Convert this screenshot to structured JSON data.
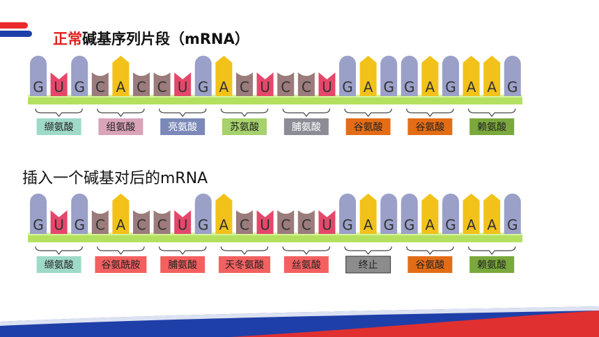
{
  "header": {
    "title_highlight": "正常",
    "title_rest": "碱基序列片段（mRNA）"
  },
  "section2": {
    "title": "插入一个碱基对后的mRNA"
  },
  "strand_top": {
    "bases": [
      "G",
      "U",
      "G",
      "C",
      "A",
      "C",
      "C",
      "U",
      "G",
      "A",
      "C",
      "U",
      "C",
      "C",
      "U",
      "G",
      "A",
      "G",
      "G",
      "A",
      "G",
      "A",
      "A",
      "G"
    ],
    "codons": [
      {
        "label": "缬氨酸",
        "color": "#9fd9c8"
      },
      {
        "label": "组氨酸",
        "color": "#d9a3b8"
      },
      {
        "label": "亮氨酸",
        "color": "#7b88b8"
      },
      {
        "label": "苏氨酸",
        "color": "#a6d16c"
      },
      {
        "label": "脯氨酸",
        "color": "#8c8c96"
      },
      {
        "label": "谷氨酸",
        "color": "#e36d17"
      },
      {
        "label": "谷氨酸",
        "color": "#e36d17"
      },
      {
        "label": "赖氨酸",
        "color": "#7aa83c"
      }
    ]
  },
  "strand_bottom": {
    "bases": [
      "G",
      "U",
      "G",
      "C",
      "A",
      "C",
      "C",
      "U",
      "G",
      "A",
      "C",
      "U",
      "C",
      "C",
      "U",
      "G",
      "A",
      "G",
      "G",
      "A",
      "G",
      "A",
      "A",
      "G"
    ],
    "codons": [
      {
        "label": "缬氨酸",
        "color": "#9fd9c8"
      },
      {
        "label": "谷氨酰胺",
        "color": "#f46060"
      },
      {
        "label": "脯氨酸",
        "color": "#f46060"
      },
      {
        "label": "天冬氨酸",
        "color": "#f46060"
      },
      {
        "label": "丝氨酸",
        "color": "#f46060"
      },
      {
        "label": "终止",
        "color": "#8c8c8c"
      },
      {
        "label": "谷氨酸",
        "color": "#e36d17"
      },
      {
        "label": "赖氨酸",
        "color": "#7aa83c"
      }
    ]
  },
  "colors": {
    "G": "#9aa0c8",
    "U": "#e5476a",
    "C": "#9b7b7b",
    "A": "#f2c21a",
    "backbone": "#b4e060",
    "accent_red": "#e02020",
    "accent_blue": "#1f3fa8"
  }
}
